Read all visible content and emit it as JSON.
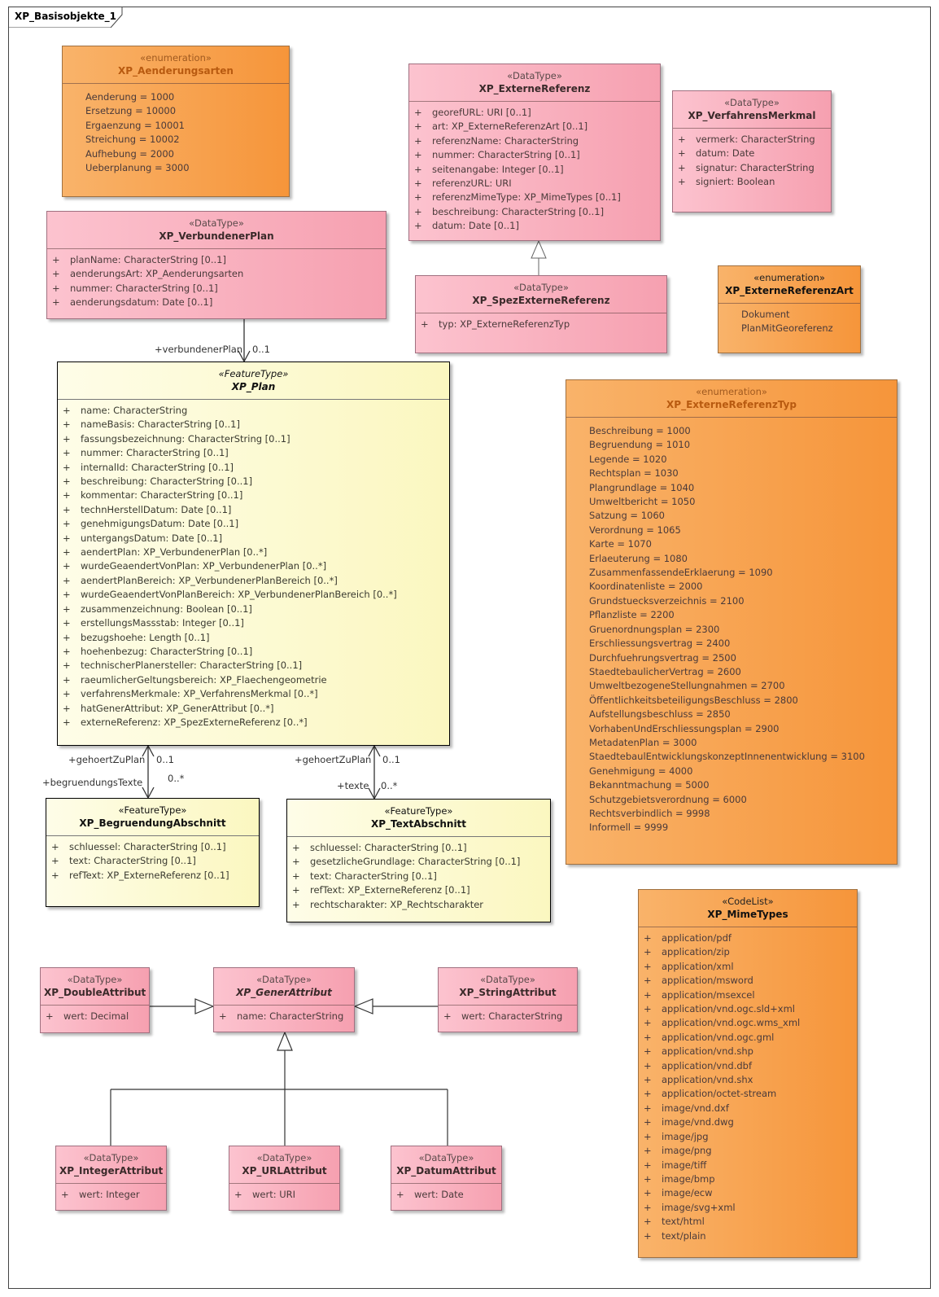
{
  "diagram": {
    "title": "XP_Basisobjekte_1",
    "classes": {
      "aenderungsarten": {
        "stereotype": "«enumeration»",
        "name": "XP_Aenderungsarten",
        "literals": [
          "Aenderung = 1000",
          "Ersetzung = 10000",
          "Ergaenzung = 10001",
          "Streichung = 10002",
          "Aufhebung = 2000",
          "Ueberplanung = 3000"
        ]
      },
      "externeReferenz": {
        "stereotype": "«DataType»",
        "name": "XP_ExterneReferenz",
        "attributes": [
          "georefURL: URI [0..1]",
          "art: XP_ExterneReferenzArt [0..1]",
          "referenzName: CharacterString",
          "nummer: CharacterString [0..1]",
          "seitenangabe: Integer [0..1]",
          "referenzURL: URI",
          "referenzMimeType: XP_MimeTypes [0..1]",
          "beschreibung: CharacterString [0..1]",
          "datum: Date [0..1]"
        ]
      },
      "verfahrensMerkmal": {
        "stereotype": "«DataType»",
        "name": "XP_VerfahrensMerkmal",
        "attributes": [
          "vermerk: CharacterString",
          "datum: Date",
          "signatur: CharacterString",
          "signiert: Boolean"
        ]
      },
      "verbundenerPlan": {
        "stereotype": "«DataType»",
        "name": "XP_VerbundenerPlan",
        "attributes": [
          "planName: CharacterString [0..1]",
          "aenderungsArt: XP_Aenderungsarten",
          "nummer: CharacterString [0..1]",
          "aenderungsdatum: Date [0..1]"
        ]
      },
      "spezExterneReferenz": {
        "stereotype": "«DataType»",
        "name": "XP_SpezExterneReferenz",
        "attributes": [
          "typ: XP_ExterneReferenzTyp"
        ]
      },
      "externeReferenzArt": {
        "stereotype": "«enumeration»",
        "name": "XP_ExterneReferenzArt",
        "literals": [
          "Dokument",
          "PlanMitGeoreferenz"
        ]
      },
      "plan": {
        "stereotype": "«FeatureType»",
        "name": "XP_Plan",
        "attributes": [
          "name: CharacterString",
          "nameBasis: CharacterString [0..1]",
          "fassungsbezeichnung: CharacterString [0..1]",
          "nummer: CharacterString [0..1]",
          "internalId: CharacterString [0..1]",
          "beschreibung: CharacterString [0..1]",
          "kommentar: CharacterString [0..1]",
          "technHerstellDatum: Date [0..1]",
          "genehmigungsDatum: Date [0..1]",
          "untergangsDatum: Date [0..1]",
          "aendertPlan: XP_VerbundenerPlan [0..*]",
          "wurdeGeaendertVonPlan: XP_VerbundenerPlan [0..*]",
          "aendertPlanBereich: XP_VerbundenerPlanBereich [0..*]",
          "wurdeGeaendertVonPlanBereich: XP_VerbundenerPlanBereich [0..*]",
          "zusammenzeichnung: Boolean [0..1]",
          "erstellungsMassstab: Integer [0..1]",
          "bezugshoehe: Length [0..1]",
          "hoehenbezug: CharacterString [0..1]",
          "technischerPlanersteller: CharacterString [0..1]",
          "raeumlicherGeltungsbereich: XP_Flaechengeometrie",
          "verfahrensMerkmale: XP_VerfahrensMerkmal [0..*]",
          "hatGenerAttribut: XP_GenerAttribut [0..*]",
          "externeReferenz: XP_SpezExterneReferenz [0..*]"
        ]
      },
      "externeReferenzTyp": {
        "stereotype": "«enumeration»",
        "name": "XP_ExterneReferenzTyp",
        "literals": [
          "Beschreibung = 1000",
          "Begruendung = 1010",
          "Legende = 1020",
          "Rechtsplan = 1030",
          "Plangrundlage = 1040",
          "Umweltbericht = 1050",
          "Satzung = 1060",
          "Verordnung = 1065",
          "Karte = 1070",
          "Erlaeuterung = 1080",
          "ZusammenfassendeErklaerung = 1090",
          "Koordinatenliste = 2000",
          "Grundstuecksverzeichnis = 2100",
          "Pflanzliste = 2200",
          "Gruenordnungsplan = 2300",
          "Erschliessungsvertrag = 2400",
          "Durchfuehrungsvertrag = 2500",
          "StaedtebaulicherVertrag = 2600",
          "UmweltbezogeneStellungnahmen = 2700",
          "ÖffentlichkeitsbeteiligungsBeschluss = 2800",
          "Aufstellungsbeschluss = 2850",
          "VorhabenUndErschliessungsplan = 2900",
          "MetadatenPlan = 3000",
          "StaedtebaulEntwicklungskonzeptInnenentwicklung = 3100",
          "Genehmigung = 4000",
          "Bekanntmachung = 5000",
          "Schutzgebietsverordnung = 6000",
          "Rechtsverbindlich = 9998",
          "Informell = 9999"
        ]
      },
      "begruendungAbschnitt": {
        "stereotype": "«FeatureType»",
        "name": "XP_BegruendungAbschnitt",
        "attributes": [
          "schluessel: CharacterString [0..1]",
          "text: CharacterString [0..1]",
          "refText: XP_ExterneReferenz [0..1]"
        ]
      },
      "textAbschnitt": {
        "stereotype": "«FeatureType»",
        "name": "XP_TextAbschnitt",
        "attributes": [
          "schluessel: CharacterString [0..1]",
          "gesetzlicheGrundlage: CharacterString [0..1]",
          "text: CharacterString [0..1]",
          "refText: XP_ExterneReferenz [0..1]",
          "rechtscharakter: XP_Rechtscharakter"
        ]
      },
      "mimeTypes": {
        "stereotype": "«CodeList»",
        "name": "XP_MimeTypes",
        "attributes": [
          "application/pdf",
          "application/zip",
          "application/xml",
          "application/msword",
          "application/msexcel",
          "application/vnd.ogc.sld+xml",
          "application/vnd.ogc.wms_xml",
          "application/vnd.ogc.gml",
          "application/vnd.shp",
          "application/vnd.dbf",
          "application/vnd.shx",
          "application/octet-stream",
          "image/vnd.dxf",
          "image/vnd.dwg",
          "image/jpg",
          "image/png",
          "image/tiff",
          "image/bmp",
          "image/ecw",
          "image/svg+xml",
          "text/html",
          "text/plain"
        ]
      },
      "doubleAttribut": {
        "stereotype": "«DataType»",
        "name": "XP_DoubleAttribut",
        "attributes": [
          "wert: Decimal"
        ]
      },
      "generAttribut": {
        "stereotype": "«DataType»",
        "name": "XP_GenerAttribut",
        "attributes": [
          "name: CharacterString"
        ]
      },
      "stringAttribut": {
        "stereotype": "«DataType»",
        "name": "XP_StringAttribut",
        "attributes": [
          "wert: CharacterString"
        ]
      },
      "integerAttribut": {
        "stereotype": "«DataType»",
        "name": "XP_IntegerAttribut",
        "attributes": [
          "wert: Integer"
        ]
      },
      "urlAttribut": {
        "stereotype": "«DataType»",
        "name": "XP_URLAttribut",
        "attributes": [
          "wert: URI"
        ]
      },
      "datumAttribut": {
        "stereotype": "«DataType»",
        "name": "XP_DatumAttribut",
        "attributes": [
          "wert: Date"
        ]
      }
    },
    "labels": {
      "verbundenerPlanRole": "+verbundenerPlan",
      "verbundenerPlanMult": "0..1",
      "gehoertZuPlanLeft": "+gehoertZuPlan",
      "gehoertZuPlanLeftMult": "0..1",
      "begruendungsTexteRole": "+begruendungsTexte",
      "begruendungsTexteMult": "0..*",
      "gehoertZuPlanRight": "+gehoertZuPlan",
      "gehoertZuPlanRightMult": "0..1",
      "texteRole": "+texte",
      "texteMult": "0..*"
    },
    "visibility_symbol": "+",
    "colors": {
      "enumeration": "#f6953a",
      "datatype": "#f6a0b0",
      "featuretype": "#fbf7c0",
      "border": "#444444"
    }
  }
}
